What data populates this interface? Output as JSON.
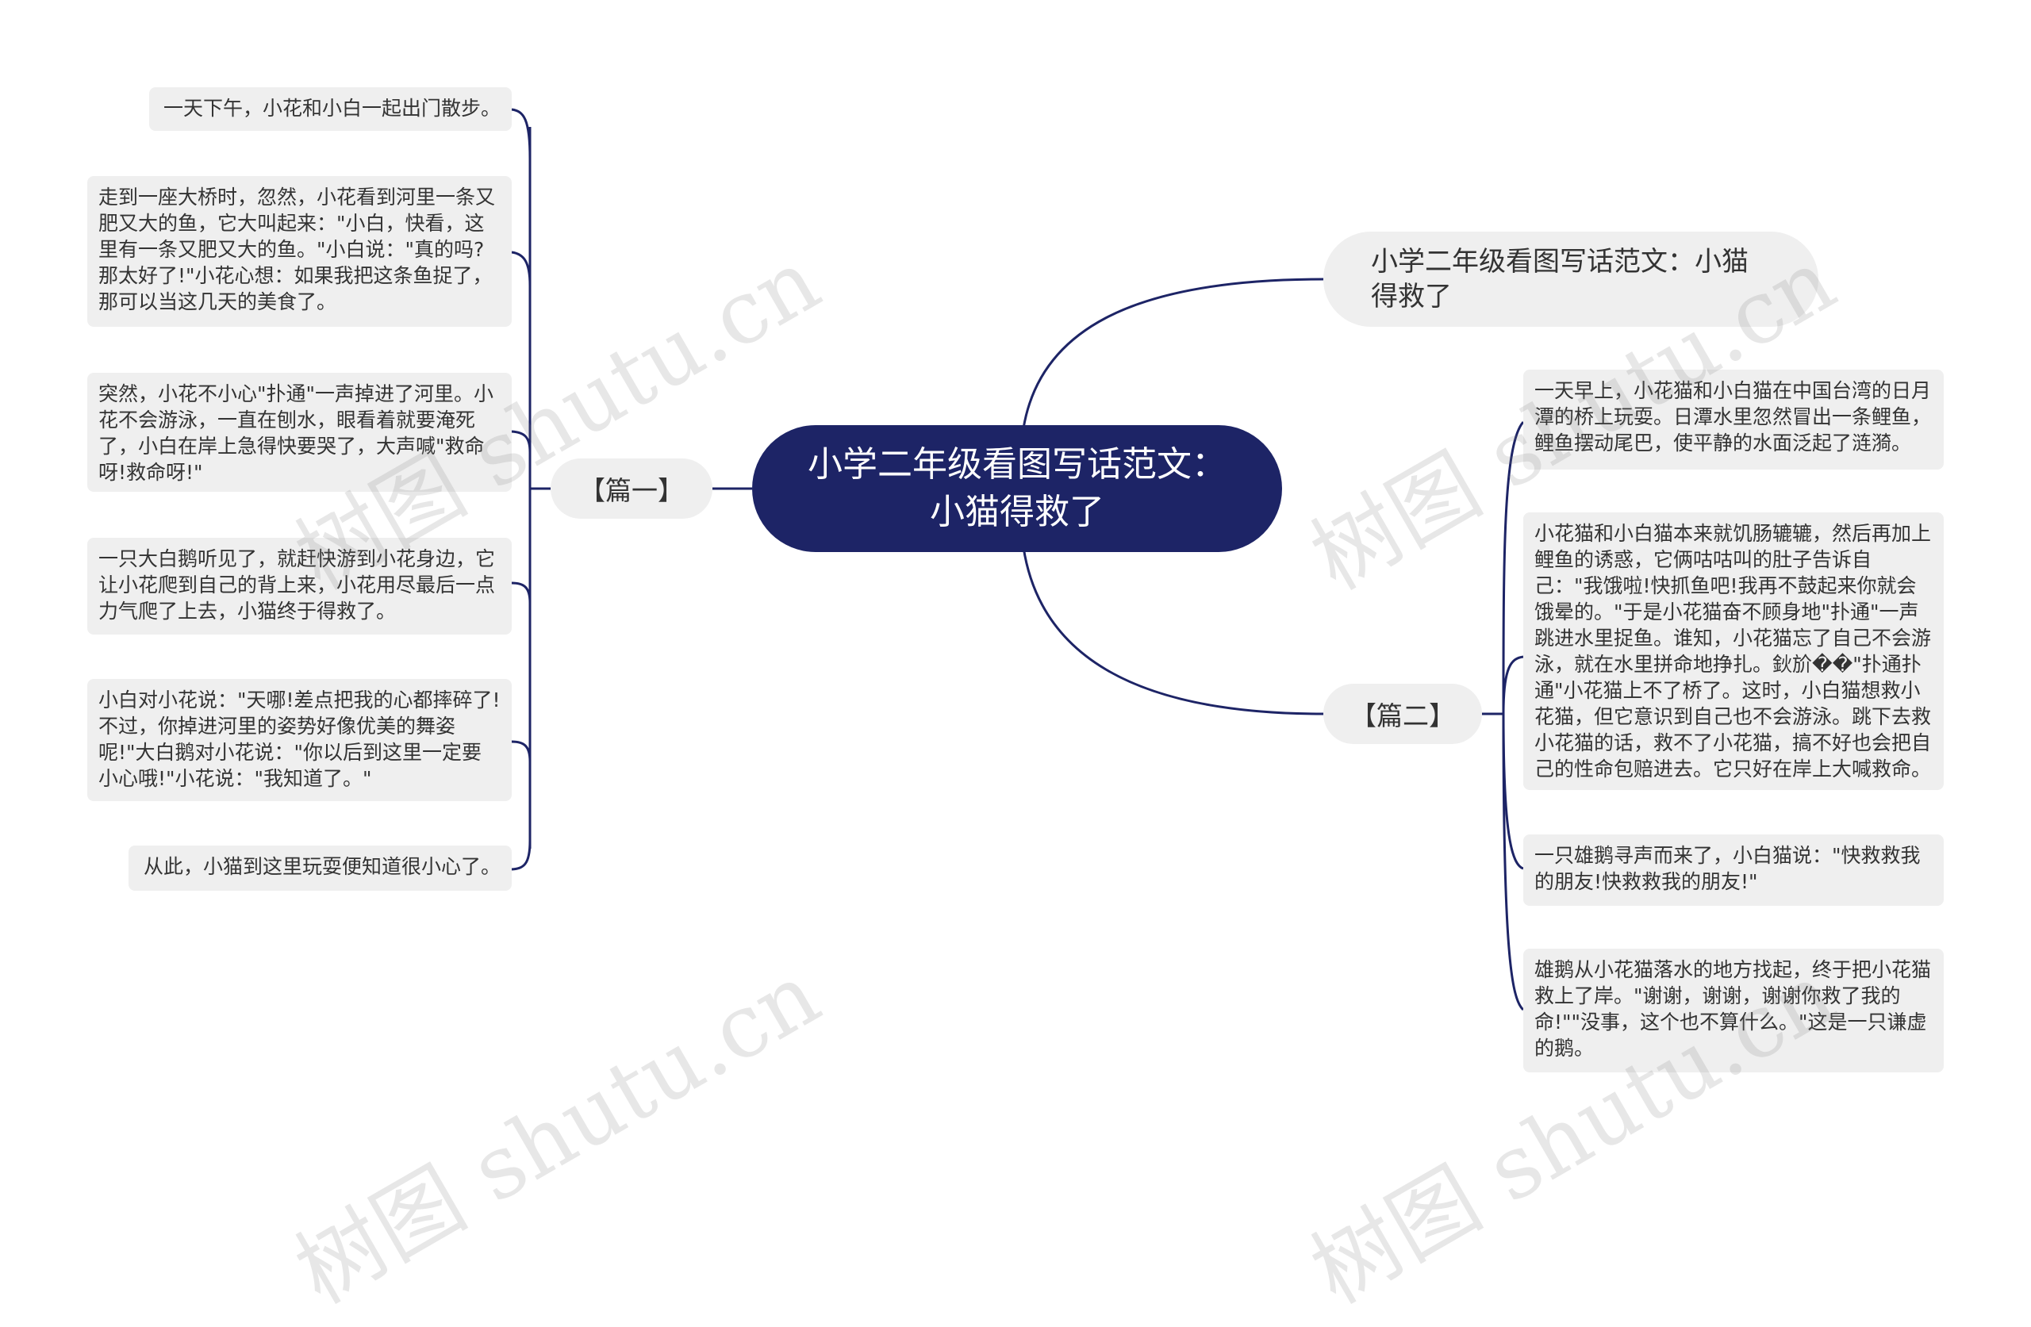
{
  "root": {
    "title": "小学二年级看图写话范文：小猫得救了"
  },
  "title_node": {
    "text": "小学二年级看图写话范文：小猫得救了"
  },
  "branch1": {
    "label": "【篇一】",
    "leaves": [
      "一天下午，小花和小白一起出门散步。",
      "走到一座大桥时，忽然，小花看到河里一条又肥又大的鱼，它大叫起来：\"小白，快看，这里有一条又肥又大的鱼。\"小白说：\"真的吗?那太好了!\"小花心想：如果我把这条鱼捉了，那可以当这几天的美食了。",
      "突然，小花不小心\"扑通\"一声掉进了河里。小花不会游泳，一直在刨水，眼看着就要淹死了，小白在岸上急得快要哭了，大声喊\"救命呀!救命呀!\"",
      "一只大白鹅听见了，就赶快游到小花身边，它让小花爬到自己的背上来，小花用尽最后一点力气爬了上去，小猫终于得救了。",
      "小白对小花说：\"天哪!差点把我的心都摔碎了!不过，你掉进河里的姿势好像优美的舞姿呢!\"大白鹅对小花说：\"你以后到这里一定要小心哦!\"小花说：\"我知道了。\"",
      "从此，小猫到这里玩耍便知道很小心了。"
    ]
  },
  "branch2": {
    "label": "【篇二】",
    "leaves": [
      "一天早上，小花猫和小白猫在中国台湾的日月潭的桥上玩耍。日潭水里忽然冒出一条鲤鱼，鲤鱼摆动尾巴，使平静的水面泛起了涟漪。",
      "小花猫和小白猫本来就饥肠辘辘，然后再加上鲤鱼的诱惑，它俩咕咕叫的肚子告诉自己：\"我饿啦!快抓鱼吧!我再不鼓起来你就会饿晕的。\"于是小花猫奋不顾身地\"扑通\"一声跳进水里捉鱼。谁知，小花猫忘了自己不会游泳，就在水里拼命地挣扎。鈥斺��\"扑通扑通\"小花猫上不了桥了。这时，小白猫想救小花猫，但它意识到自己也不会游泳。跳下去救小花猫的话，救不了小花猫，搞不好也会把自己的性命包赔进去。它只好在岸上大喊救命。",
      "一只雄鹅寻声而来了，小白猫说：\"快救救我的朋友!快救救我的朋友!\"",
      "雄鹅从小花猫落水的地方找起，终于把小花猫救上了岸。\"谢谢，谢谢，谢谢你救了我的命!\"\"没事，这个也不算什么。\"这是一只谦虚的鹅。"
    ]
  },
  "watermark": "树图 shutu.cn",
  "colors": {
    "root_bg": "#1d2466",
    "line": "#1d2466",
    "node_bg": "#efefef"
  }
}
